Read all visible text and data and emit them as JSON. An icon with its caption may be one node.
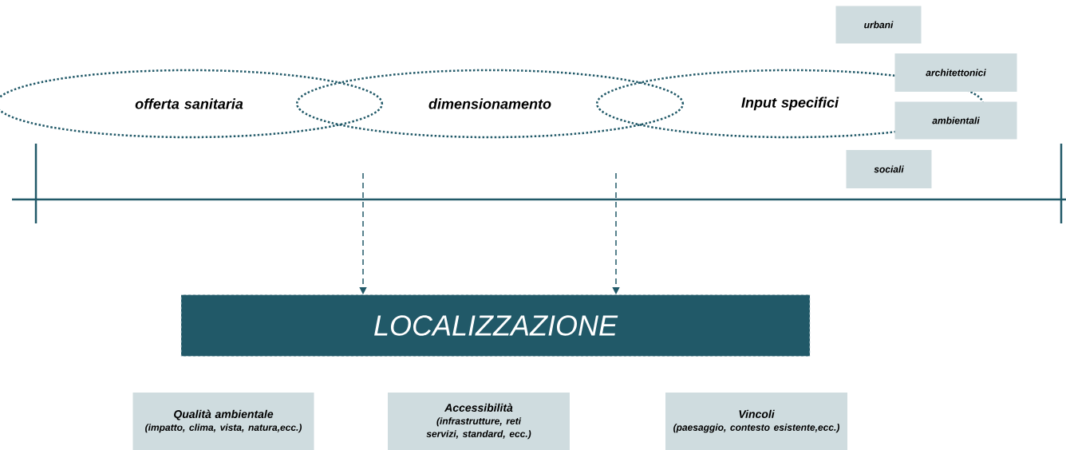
{
  "diagram": {
    "nodes": [
      {
        "text": [
          "offerta sanitaria"
        ]
      },
      {
        "text": [
          "dimensionamento"
        ]
      },
      {
        "text": [
          "Input specifici"
        ]
      },
      {
        "text": [
          "urbani"
        ]
      },
      {
        "text": [
          "architettonici"
        ]
      },
      {
        "text": [
          "ambientali"
        ]
      },
      {
        "text": [
          "sociali"
        ]
      },
      {
        "text": [
          "LOCALIZZAZIONE"
        ]
      },
      {
        "text": [
          "Qualità ambientale",
          "(impatto, clima, vista, natura,ecc.)"
        ]
      },
      {
        "text": [
          "Accessibilità",
          "(infrastrutture, reti servizi, standard, ecc.)"
        ]
      },
      {
        "text": [
          "Vincoli",
          "(paesaggio, contesto esistente,ecc.)"
        ]
      }
    ],
    "edges": [
      {
        "from": null,
        "to": 7,
        "arrow": "to",
        "style": "dashed"
      },
      {
        "from": null,
        "to": 7,
        "arrow": "to",
        "style": "dashed"
      }
    ]
  }
}
